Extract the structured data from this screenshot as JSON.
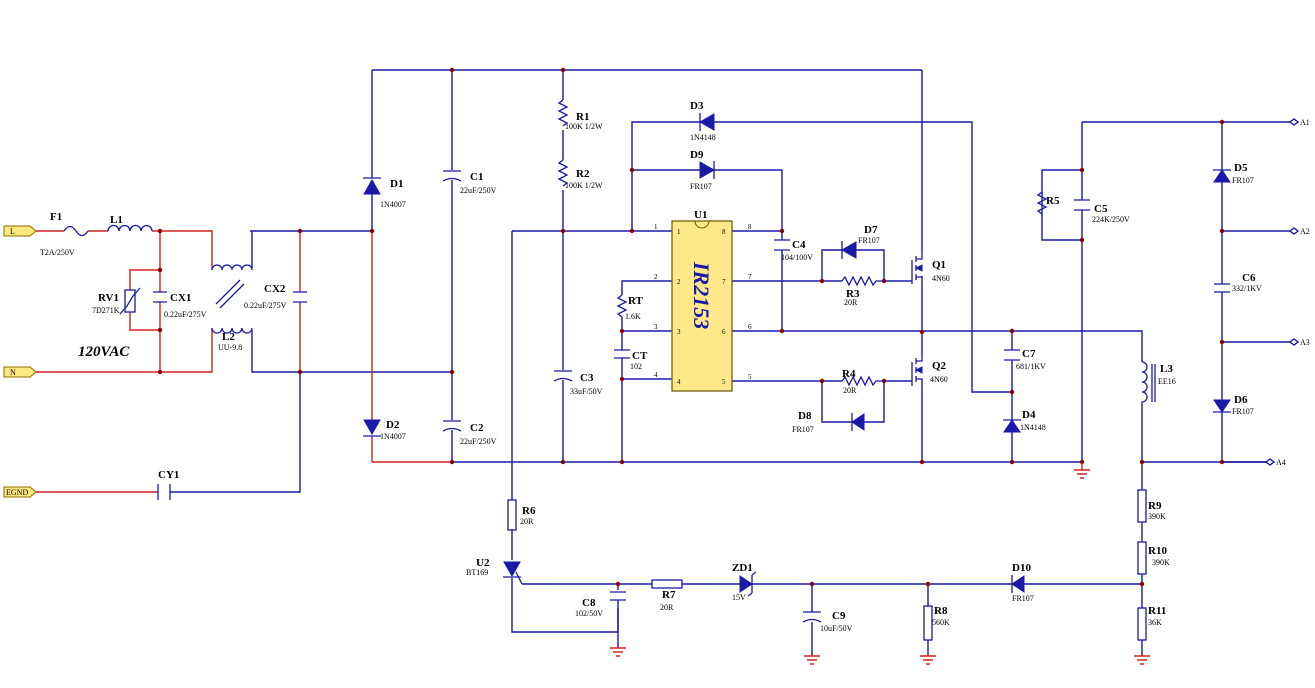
{
  "schematic": {
    "voltage_label": "120VAC",
    "ports": {
      "L": "L",
      "N": "N",
      "EGND": "EGND",
      "A1": "A1",
      "A2": "A2",
      "A3": "A3",
      "A4": "A4"
    },
    "components": {
      "F1": {
        "ref": "F1",
        "value": "T2A/250V"
      },
      "L1": {
        "ref": "L1",
        "value": ""
      },
      "RV1": {
        "ref": "RV1",
        "value": "7D271K"
      },
      "CX1": {
        "ref": "CX1",
        "value": "0.22uF/275V"
      },
      "L2": {
        "ref": "L2",
        "value": "UU-9.8"
      },
      "CX2": {
        "ref": "CX2",
        "value": "0.22uF/275V"
      },
      "CY1": {
        "ref": "CY1",
        "value": ""
      },
      "D1": {
        "ref": "D1",
        "value": "1N4007"
      },
      "D2": {
        "ref": "D2",
        "value": "1N4007"
      },
      "C1": {
        "ref": "C1",
        "value": "22uF/250V"
      },
      "C2": {
        "ref": "C2",
        "value": "22uF/250V"
      },
      "R1": {
        "ref": "R1",
        "value": "100K 1/2W"
      },
      "R2": {
        "ref": "R2",
        "value": "100K 1/2W"
      },
      "C3": {
        "ref": "C3",
        "value": "33uF/50V"
      },
      "RT": {
        "ref": "RT",
        "value": "1.6K"
      },
      "CT": {
        "ref": "CT",
        "value": "102"
      },
      "U1": {
        "ref": "U1",
        "value": "IR2153"
      },
      "D3": {
        "ref": "D3",
        "value": "1N4148"
      },
      "D9": {
        "ref": "D9",
        "value": "FR107"
      },
      "C4": {
        "ref": "C4",
        "value": "104/100V"
      },
      "D7": {
        "ref": "D7",
        "value": "FR107"
      },
      "R3": {
        "ref": "R3",
        "value": "20R"
      },
      "Q1": {
        "ref": "Q1",
        "value": "4N60"
      },
      "R4": {
        "ref": "R4",
        "value": "20R"
      },
      "Q2": {
        "ref": "Q2",
        "value": "4N60"
      },
      "D8": {
        "ref": "D8",
        "value": "FR107"
      },
      "C7": {
        "ref": "C7",
        "value": "681/1KV"
      },
      "D4": {
        "ref": "D4",
        "value": "1N4148"
      },
      "R5": {
        "ref": "R5",
        "value": ""
      },
      "C5": {
        "ref": "C5",
        "value": "224K/250V"
      },
      "L3": {
        "ref": "L3",
        "value": "EE16"
      },
      "D5": {
        "ref": "D5",
        "value": "FR107"
      },
      "C6": {
        "ref": "C6",
        "value": "332/1KV"
      },
      "D6": {
        "ref": "D6",
        "value": "FR107"
      },
      "R6": {
        "ref": "R6",
        "value": "20R"
      },
      "U2": {
        "ref": "U2",
        "value": "BT169"
      },
      "C8": {
        "ref": "C8",
        "value": "102/50V"
      },
      "R7": {
        "ref": "R7",
        "value": "20R"
      },
      "ZD1": {
        "ref": "ZD1",
        "value": "15V"
      },
      "C9": {
        "ref": "C9",
        "value": "10uF/50V"
      },
      "R8": {
        "ref": "R8",
        "value": "560K"
      },
      "D10": {
        "ref": "D10",
        "value": "FR107"
      },
      "R9": {
        "ref": "R9",
        "value": "390K"
      },
      "R10": {
        "ref": "R10",
        "value": "390K"
      },
      "R11": {
        "ref": "R11",
        "value": "36K"
      }
    },
    "u1_pins": [
      "1",
      "2",
      "3",
      "4",
      "5",
      "6",
      "7",
      "8"
    ]
  }
}
